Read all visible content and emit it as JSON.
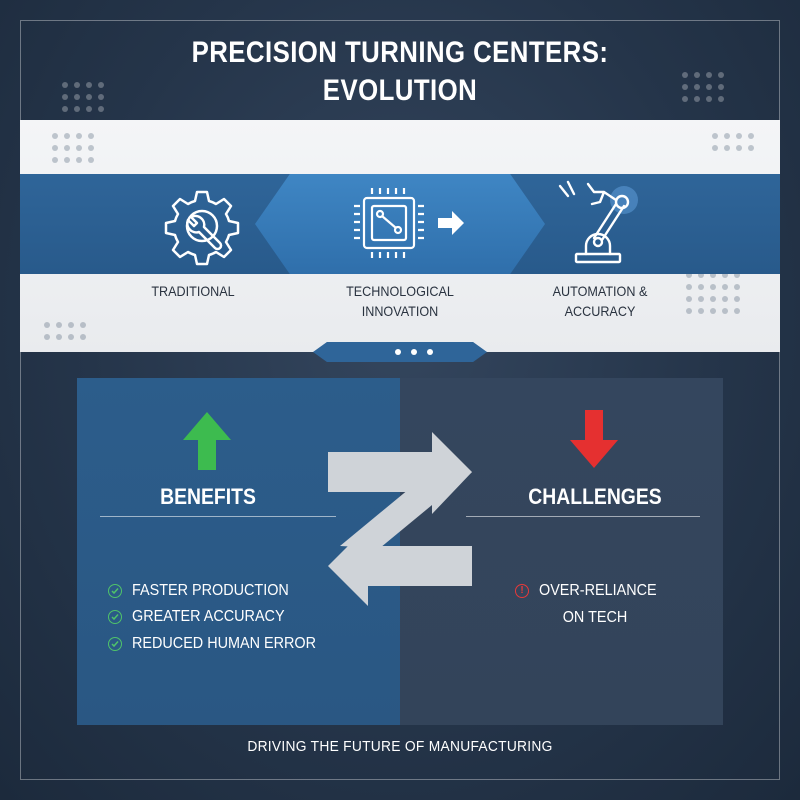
{
  "title": {
    "line1": "PRECISION TURNING CENTERS:",
    "line2": "EVOLUTION"
  },
  "stages": [
    {
      "label": "TRADITIONAL",
      "icon": "gear-wrench-icon"
    },
    {
      "label": "TECHNOLOGICAL INNOVATION",
      "icon": "chip-arrow-icon"
    },
    {
      "label": "AUTOMATION & ACCURACY",
      "icon": "robot-arm-icon"
    }
  ],
  "benefits": {
    "heading": "BENEFITS",
    "icon": "up-arrow-icon",
    "items": [
      "FASTER PRODUCTION",
      "GREATER ACCURACY",
      "REDUCED HUMAN ERROR"
    ]
  },
  "challenges": {
    "heading": "CHALLENGES",
    "icon": "down-arrow-icon",
    "items": [
      "OVER-RELIANCE",
      "ON TECH"
    ]
  },
  "footer": "DRIVING THE FUTURE OF MANUFACTURING",
  "colors": {
    "background": "#25354a",
    "band_blue": "#2f6599",
    "hex_blue": "#3f86c4",
    "benefit_green": "#3dbb4f",
    "challenge_red": "#e53030",
    "exchange_arrow": "#cfd3d8"
  }
}
